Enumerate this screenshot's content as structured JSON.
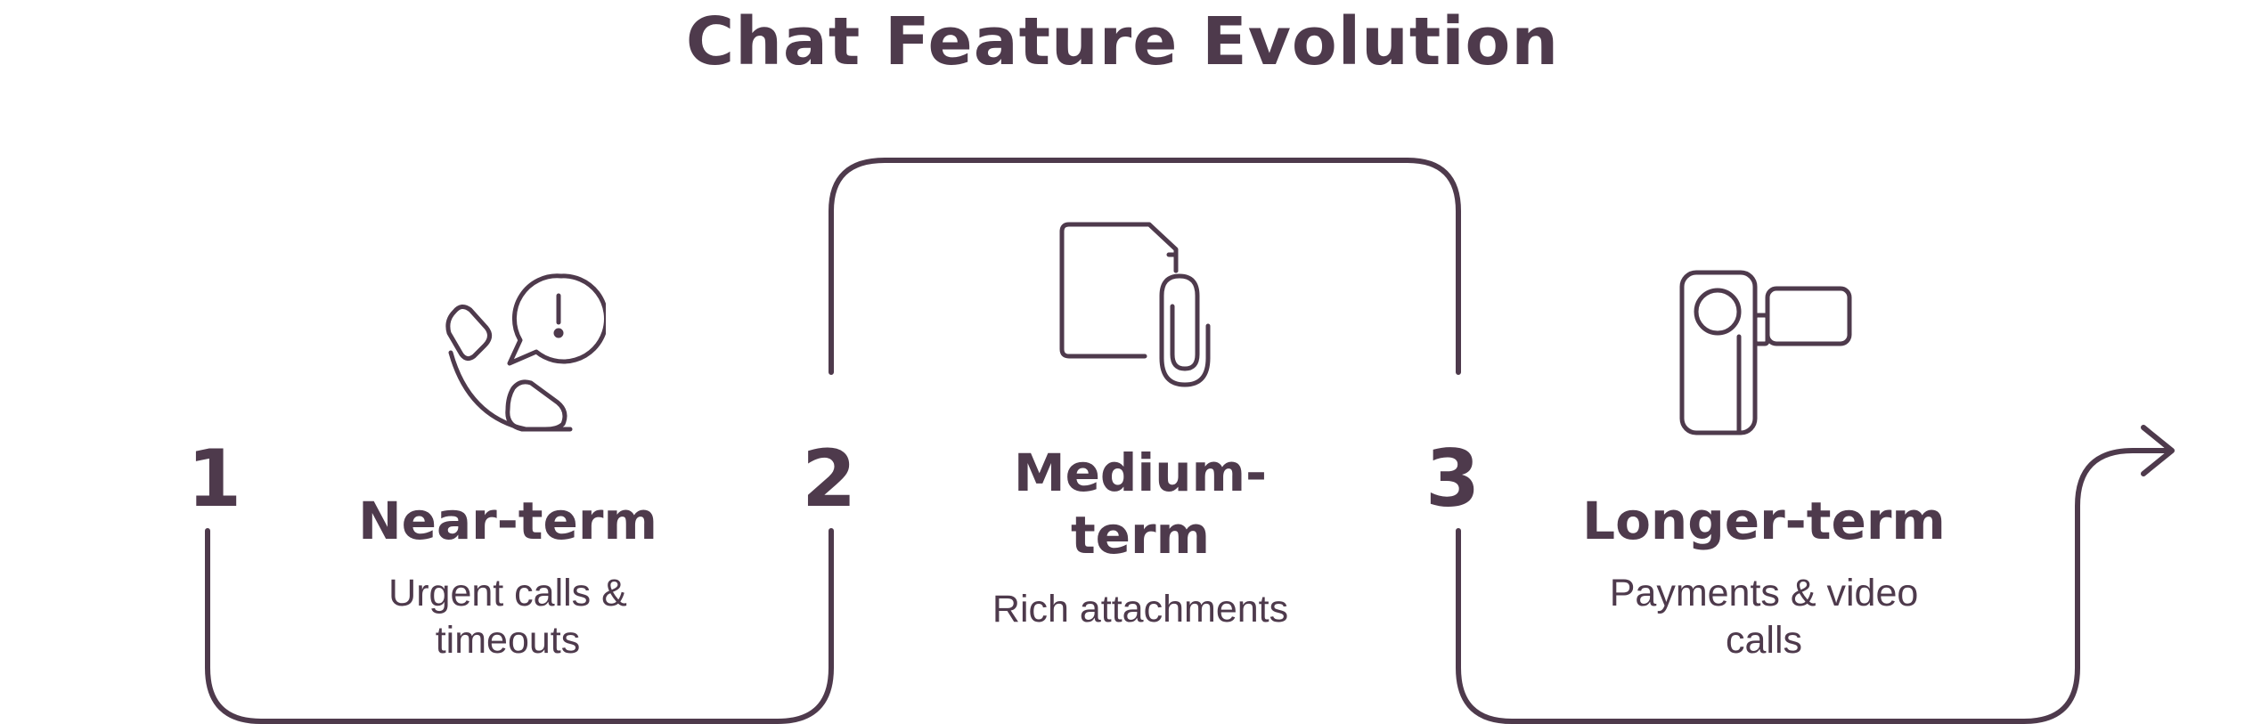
{
  "title": "Chat Feature Evolution",
  "steps": [
    {
      "number": "1",
      "heading": "Near-term",
      "description_lines": [
        "Urgent calls &",
        "timeouts"
      ],
      "icon": "phone-alert-icon"
    },
    {
      "number": "2",
      "heading_lines": [
        "Medium-",
        "term"
      ],
      "description": "Rich attachments",
      "icon": "attachment-file-icon"
    },
    {
      "number": "3",
      "heading": "Longer-term",
      "description_lines": [
        "Payments & video",
        "calls"
      ],
      "icon": "video-camera-icon"
    }
  ],
  "colors": {
    "ink": "#4e3a4c",
    "background": "#ffffff"
  }
}
